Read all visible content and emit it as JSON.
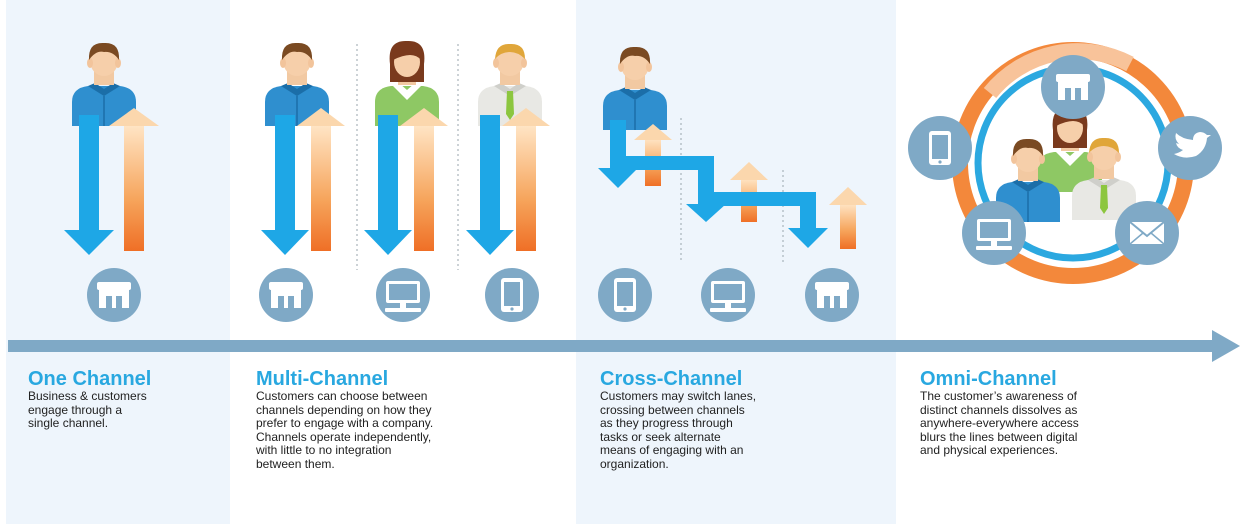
{
  "colors": {
    "blue_arrow": "#1ea7e6",
    "orange_arrow": "#f1772f",
    "icon_circle": "#7fa9c6",
    "timeline": "#7fa9c6",
    "heading": "#29a8e0",
    "panel_tint": "#eef5fc",
    "omni_blue": "#2ba8e0",
    "omni_orange": "#f3883b"
  },
  "icons": {
    "store": "store-icon",
    "desktop": "desktop-icon",
    "tablet": "tablet-icon",
    "twitter": "twitter-icon",
    "mail": "mail-icon",
    "customer": "customer-icon"
  },
  "sections": [
    {
      "title": "One Channel",
      "description": "Business & customers\nengage through a\nsingle channel."
    },
    {
      "title": "Multi-Channel",
      "description": "Customers can choose between\nchannels depending on how they\nprefer to engage with a company.\nChannels operate independently,\nwith little to no integration\nbetween them."
    },
    {
      "title": "Cross-Channel",
      "description": "Customers may switch lanes,\ncrossing between channels\nas they progress through\ntasks or seek alternate\nmeans of engaging with an\norganization."
    },
    {
      "title": "Omni-Channel",
      "description": "The customer’s awareness of\ndistinct channels dissolves as\nanywhere-everywhere access\nblurs the lines between digital\nand physical experiences."
    }
  ]
}
